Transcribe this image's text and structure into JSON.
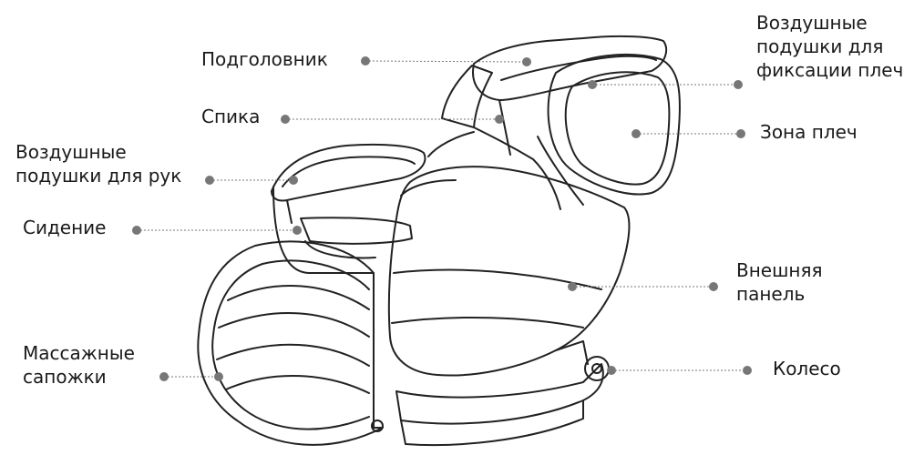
{
  "diagram": {
    "labels": {
      "headrest": [
        "Подголовник"
      ],
      "back": [
        "Спика"
      ],
      "arm_airbags": [
        "Воздушные",
        "подушки для рук"
      ],
      "seat": [
        "Сидение"
      ],
      "foot_massagers": [
        "Массажные",
        "сапожки"
      ],
      "shoulder_airbags": [
        "Воздушные",
        "подушки для",
        "фиксации плеч"
      ],
      "shoulder_zone": [
        "Зона плеч"
      ],
      "outer_panel": [
        "Внешняя",
        "панель"
      ],
      "wheel": [
        "Колесо"
      ]
    }
  }
}
